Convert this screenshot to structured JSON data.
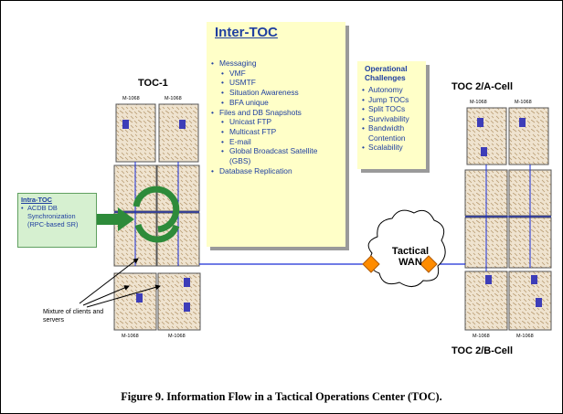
{
  "inter_toc": {
    "title": "Inter-TOC",
    "items": [
      {
        "level": 1,
        "text": "Messaging"
      },
      {
        "level": 2,
        "text": "VMF"
      },
      {
        "level": 2,
        "text": "USMTF"
      },
      {
        "level": 2,
        "text": "Situation Awareness"
      },
      {
        "level": 2,
        "text": "BFA unique"
      },
      {
        "level": 1,
        "text": "Files and DB Snapshots"
      },
      {
        "level": 2,
        "text": "Unicast FTP"
      },
      {
        "level": 2,
        "text": "Multicast FTP"
      },
      {
        "level": 2,
        "text": "E-mail"
      },
      {
        "level": 2,
        "text": "Global Broadcast Satellite"
      },
      {
        "level": 3,
        "text": "(GBS)"
      },
      {
        "level": 1,
        "text": "Database Replication"
      }
    ]
  },
  "operational_challenges": {
    "title_line1": "Operational",
    "title_line2": "Challenges",
    "items": [
      "Autonomy",
      "Jump TOCs",
      "Split TOCs",
      "Survivability",
      "Bandwidth",
      "Contention",
      "Scalability"
    ]
  },
  "intra_toc": {
    "title": "Intra-TOC",
    "line1": "ACDB DB",
    "line2": "Synchronization",
    "line3": "(RPC-based SR)"
  },
  "labels": {
    "toc1": "TOC-1",
    "toc2a": "TOC 2/A-Cell",
    "toc2b": "TOC 2/B-Cell",
    "m1068": "M-1068",
    "mixture": "Mixture of clients and servers",
    "wan_line1": "Tactical",
    "wan_line2": "WAN"
  },
  "caption": "Figure 9.  Information Flow in a Tactical Operations Center (TOC).",
  "colors": {
    "note_fill": "#ffffc8",
    "text_blue": "#1f3fa0",
    "link_line": "#1a2ed8",
    "connector": "#ff8c00",
    "intra_fill": "#d6f0d0",
    "arrow_green": "#2e8b3a"
  }
}
